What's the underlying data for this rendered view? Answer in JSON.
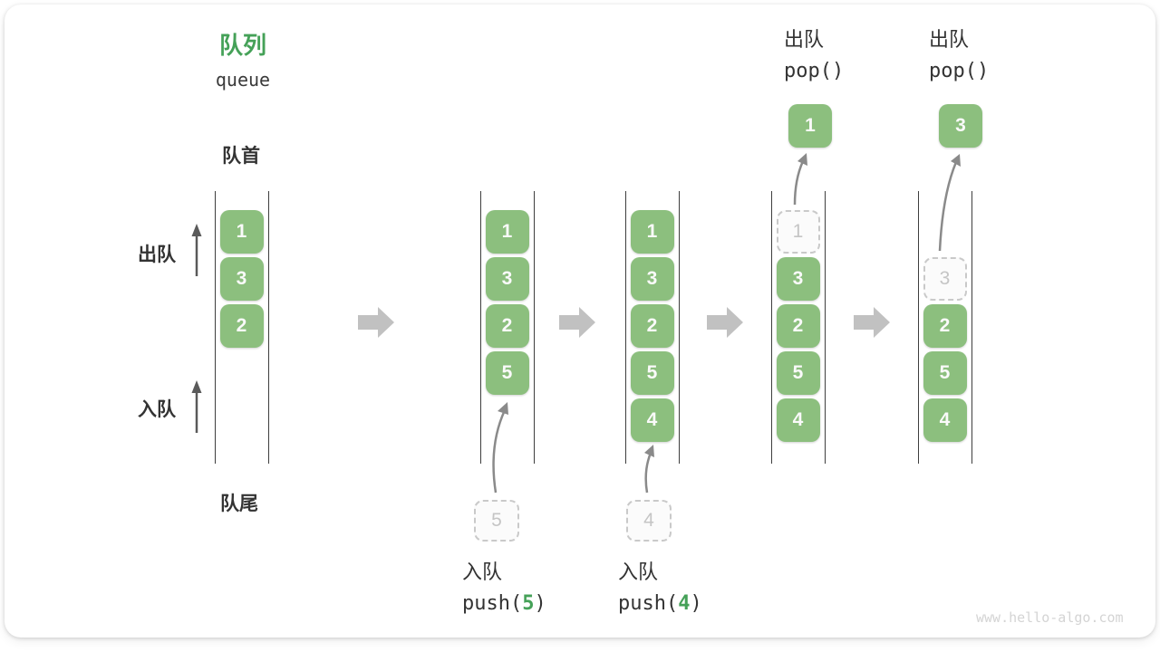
{
  "title": {
    "zh": "队列",
    "en": "queue"
  },
  "side_labels": {
    "front": "队首",
    "rear": "队尾",
    "dequeue": "出队",
    "enqueue": "入队"
  },
  "states": [
    {
      "slots": [
        {
          "value": "1",
          "style": "solid"
        },
        {
          "value": "3",
          "style": "solid"
        },
        {
          "value": "2",
          "style": "solid"
        },
        {
          "style": "empty"
        },
        {
          "style": "empty"
        }
      ]
    },
    {
      "slots": [
        {
          "value": "1",
          "style": "solid"
        },
        {
          "value": "3",
          "style": "solid"
        },
        {
          "value": "2",
          "style": "solid"
        },
        {
          "value": "5",
          "style": "solid"
        },
        {
          "style": "empty"
        }
      ],
      "incoming": "5",
      "op": {
        "zh": "入队",
        "code_pre": "push(",
        "arg": "5",
        "code_post": ")"
      }
    },
    {
      "slots": [
        {
          "value": "1",
          "style": "solid"
        },
        {
          "value": "3",
          "style": "solid"
        },
        {
          "value": "2",
          "style": "solid"
        },
        {
          "value": "5",
          "style": "solid"
        },
        {
          "value": "4",
          "style": "solid"
        }
      ],
      "incoming": "4",
      "op": {
        "zh": "入队",
        "code_pre": "push(",
        "arg": "4",
        "code_post": ")"
      }
    },
    {
      "slots": [
        {
          "value": "1",
          "style": "ghost"
        },
        {
          "value": "3",
          "style": "solid"
        },
        {
          "value": "2",
          "style": "solid"
        },
        {
          "value": "5",
          "style": "solid"
        },
        {
          "value": "4",
          "style": "solid"
        }
      ],
      "outgoing": "1",
      "op": {
        "zh": "出队",
        "code": "pop()"
      }
    },
    {
      "slots": [
        {
          "style": "empty"
        },
        {
          "value": "3",
          "style": "ghost"
        },
        {
          "value": "2",
          "style": "solid"
        },
        {
          "value": "5",
          "style": "solid"
        },
        {
          "value": "4",
          "style": "solid"
        }
      ],
      "outgoing": "3",
      "op": {
        "zh": "出队",
        "code": "pop()"
      }
    }
  ],
  "icons": {
    "state_transition": "right-block-arrow",
    "dequeue_direction": "up-arrow",
    "enqueue_direction": "up-arrow",
    "enqueue_motion": "curved-up-arrow",
    "dequeue_motion": "curved-up-arrow"
  },
  "colors": {
    "accent_green": "#45A158",
    "box_green": "#8CBF7E",
    "ghost_border": "#C9C9C9",
    "ghost_text": "#C5C5C5",
    "line_dark": "#3E3E3E",
    "label_text": "#333333",
    "block_arrow_gray": "#C1C1C1",
    "thin_arrow_gray": "#8A8A8A",
    "watermark_gray": "#D4D4D4"
  },
  "watermark": "www.hello-algo.com"
}
